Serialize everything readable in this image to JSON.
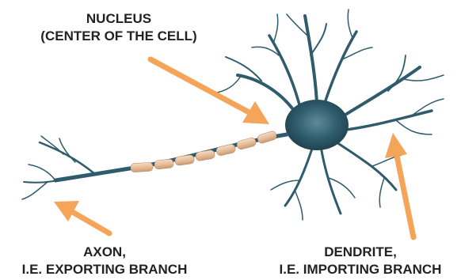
{
  "labels": {
    "nucleus": {
      "line1": "NUCLEUS",
      "line2": "(CENTER OF THE CELL)"
    },
    "axon": {
      "line1": "AXON,",
      "line2": "I.E. EXPORTING BRANCH"
    },
    "dendrite": {
      "line1": "DENDRITE,",
      "line2": "I.E. IMPORTING BRANCH"
    }
  },
  "colors": {
    "arrow": "#F4A55A",
    "neuron": "#2F5C6C",
    "myelin": "#E9C6A6",
    "text": "#222222"
  }
}
